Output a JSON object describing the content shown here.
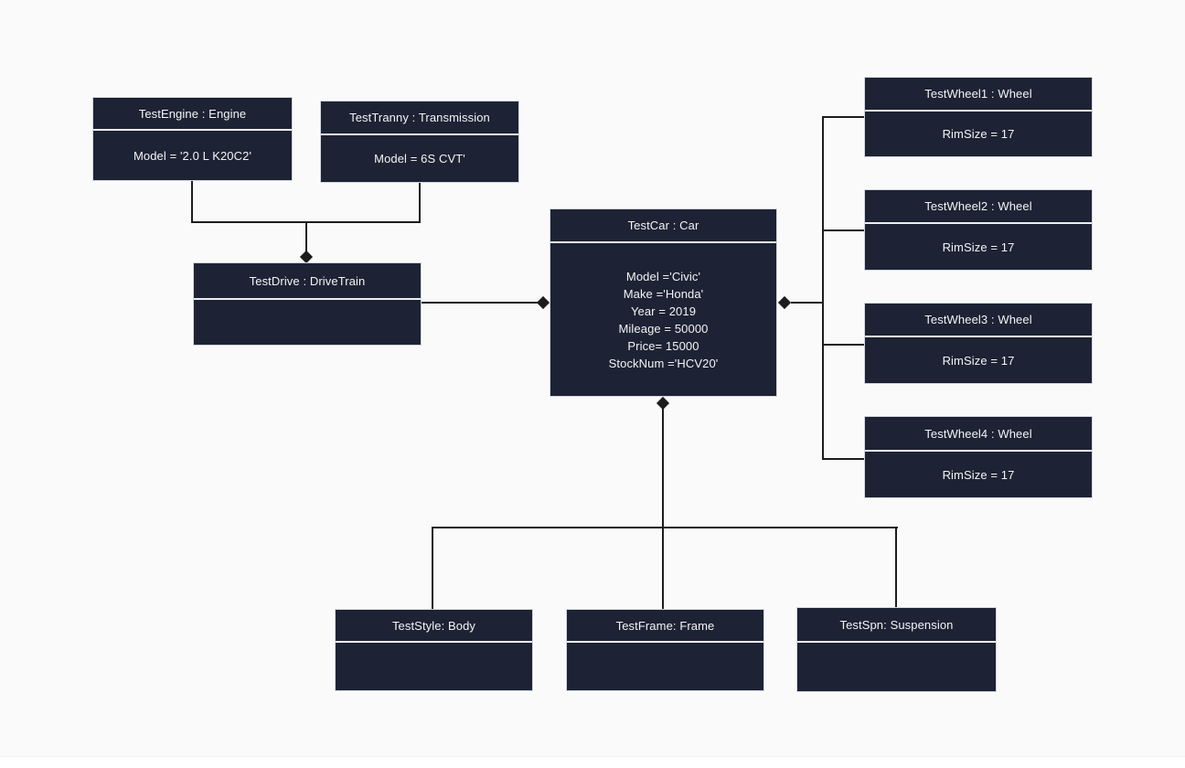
{
  "diagram": {
    "type": "uml-object-diagram",
    "colors": {
      "background": "#fafafa",
      "node_fill": "#1d2334",
      "node_border": "#d3d6dc",
      "node_text": "#f3f4f6",
      "edge_line": "#1c1c1c"
    },
    "edge_style": "composition (filled diamond at whole/part owner end)"
  },
  "nodes": {
    "engine": {
      "title": "TestEngine : Engine",
      "attr": "Model = '2.0 L K20C2'"
    },
    "tranny": {
      "title": "TestTranny : Transmission",
      "attr": "Model = 6S CVT'"
    },
    "drive": {
      "title": "TestDrive : DriveTrain",
      "attr": ""
    },
    "car": {
      "title": "TestCar : Car",
      "attrs": [
        "Model ='Civic'",
        "Make ='Honda'",
        "Year = 2019",
        "Mileage = 50000",
        "Price= 15000",
        "StockNum ='HCV20'"
      ]
    },
    "wheel1": {
      "title": "TestWheel1 : Wheel",
      "attr": "RimSize = 17"
    },
    "wheel2": {
      "title": "TestWheel2 : Wheel",
      "attr": "RimSize = 17"
    },
    "wheel3": {
      "title": "TestWheel3 : Wheel",
      "attr": "RimSize = 17"
    },
    "wheel4": {
      "title": "TestWheel4 : Wheel",
      "attr": "RimSize = 17"
    },
    "style": {
      "title": "TestStyle: Body",
      "attr": ""
    },
    "frame": {
      "title": "TestFrame: Frame",
      "attr": ""
    },
    "spn": {
      "title": "TestSpn: Suspension",
      "attr": ""
    }
  },
  "edges": [
    {
      "from": "TestEngine",
      "to": "TestDrive",
      "type": "composition"
    },
    {
      "from": "TestTranny",
      "to": "TestDrive",
      "type": "composition"
    },
    {
      "from": "TestDrive",
      "to": "TestCar",
      "type": "composition"
    },
    {
      "from": "TestWheel1",
      "to": "TestCar",
      "type": "composition"
    },
    {
      "from": "TestWheel2",
      "to": "TestCar",
      "type": "composition"
    },
    {
      "from": "TestWheel3",
      "to": "TestCar",
      "type": "composition"
    },
    {
      "from": "TestWheel4",
      "to": "TestCar",
      "type": "composition"
    },
    {
      "from": "TestStyle",
      "to": "TestCar",
      "type": "composition"
    },
    {
      "from": "TestFrame",
      "to": "TestCar",
      "type": "composition"
    },
    {
      "from": "TestSpn",
      "to": "TestCar",
      "type": "composition"
    }
  ]
}
